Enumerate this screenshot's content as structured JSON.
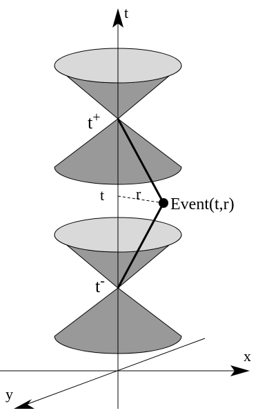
{
  "labels": {
    "t_axis": "t",
    "x_axis": "x",
    "y_axis": "y",
    "t_plus_base": "t",
    "t_plus_sup": "+",
    "t_minus_base": "t",
    "t_minus_sup": "-",
    "event": "Event(t,r)",
    "t_projection": "t",
    "r": "r"
  },
  "colors": {
    "cone_dark": "#999999",
    "cone_light": "#d9d9d9",
    "stroke": "#000000"
  }
}
